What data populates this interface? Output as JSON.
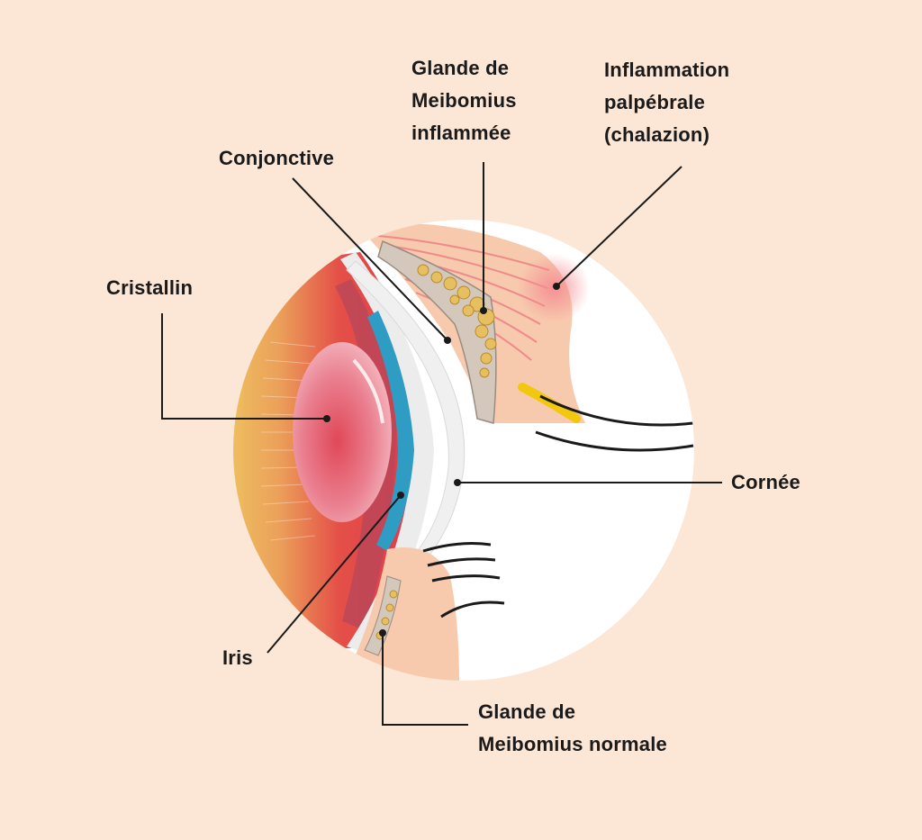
{
  "colors": {
    "background": "#fce6d5",
    "circle": "#ffffff",
    "leader": "#1a1a1a",
    "sclera_red": "#e24a50",
    "sclera_yellow": "#e9b45a",
    "lens": "#e2707c",
    "iris": "#2f9cc4",
    "skin": "#f7c9ad",
    "muscle": "#ef8a8a",
    "gland": "#e6c060",
    "lash_base": "#f2c80f"
  },
  "labels": {
    "glande_inflammee": [
      "Glande de",
      "Meibomius",
      "inflammée"
    ],
    "inflammation": [
      "Inflammation",
      "palpébrale",
      "(chalazion)"
    ],
    "conjonctive": [
      "Conjonctive"
    ],
    "cristallin": [
      "Cristallin"
    ],
    "cornee": [
      "Cornée"
    ],
    "iris": [
      "Iris"
    ],
    "glande_normale": [
      "Glande de",
      "Meibomius normale"
    ]
  }
}
